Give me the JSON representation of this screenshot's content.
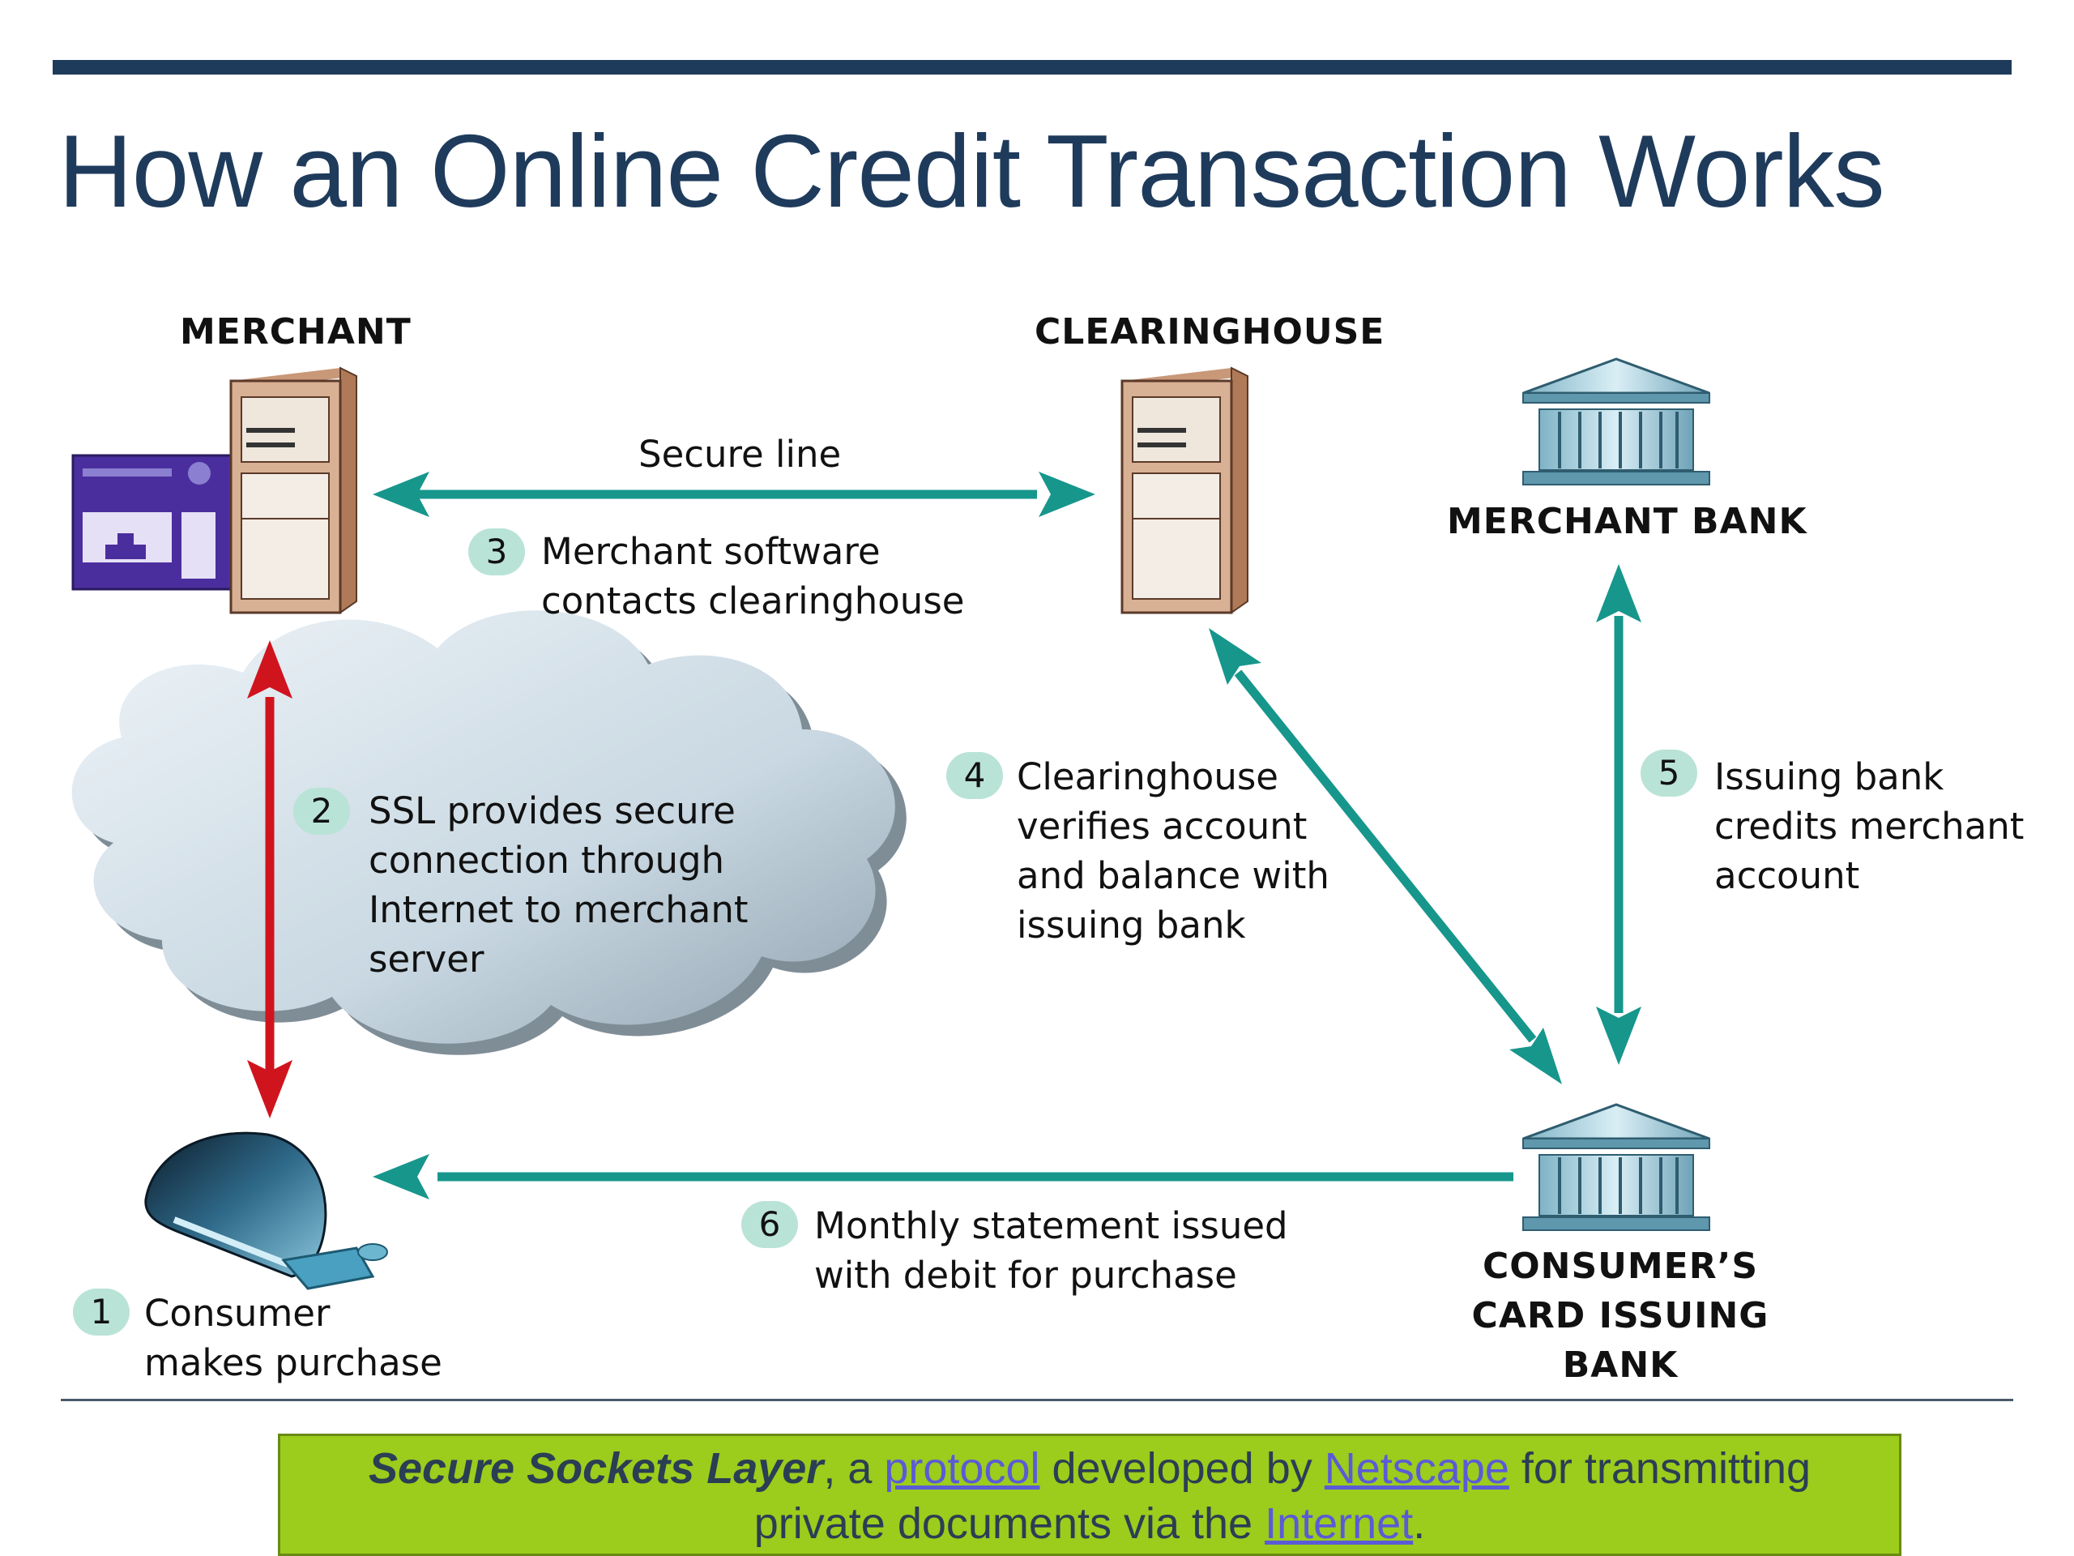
{
  "title": "How an Online Credit Transaction Works",
  "nodes": {
    "merchant": "MERCHANT",
    "clearinghouse": "CLEARINGHOUSE",
    "merchant_bank": "MERCHANT BANK",
    "issuing_bank": [
      "CONSUMER’S",
      "CARD ISSUING",
      "BANK"
    ]
  },
  "edge_labels": {
    "secure_line": "Secure line"
  },
  "steps": [
    {
      "number": "1",
      "lines": [
        "Consumer",
        "makes purchase"
      ]
    },
    {
      "number": "2",
      "lines": [
        "SSL provides secure",
        "connection through",
        "Internet to merchant",
        "server"
      ]
    },
    {
      "number": "3",
      "lines": [
        "Merchant software",
        "contacts clearinghouse"
      ]
    },
    {
      "number": "4",
      "lines": [
        "Clearinghouse",
        "verifies account",
        "and balance with",
        "issuing bank"
      ]
    },
    {
      "number": "5",
      "lines": [
        "Issuing bank",
        "credits merchant",
        "account"
      ]
    },
    {
      "number": "6",
      "lines": [
        "Monthly statement issued",
        "with debit for purchase"
      ]
    }
  ],
  "caption": {
    "term": "Secure Sockets Layer",
    "t1": ", a ",
    "link1": "protocol",
    "t2": " developed by ",
    "link2": "Netscape",
    "t3": " for transmitting",
    "t4": "private documents via the ",
    "link3": "Internet",
    "t5": "."
  },
  "colors": {
    "title": "#1f3b5c",
    "teal_arrow": "#17968c",
    "red_arrow": "#d0141e",
    "badge": "#b9e3d6",
    "caption_bg": "#9ccc1c"
  }
}
